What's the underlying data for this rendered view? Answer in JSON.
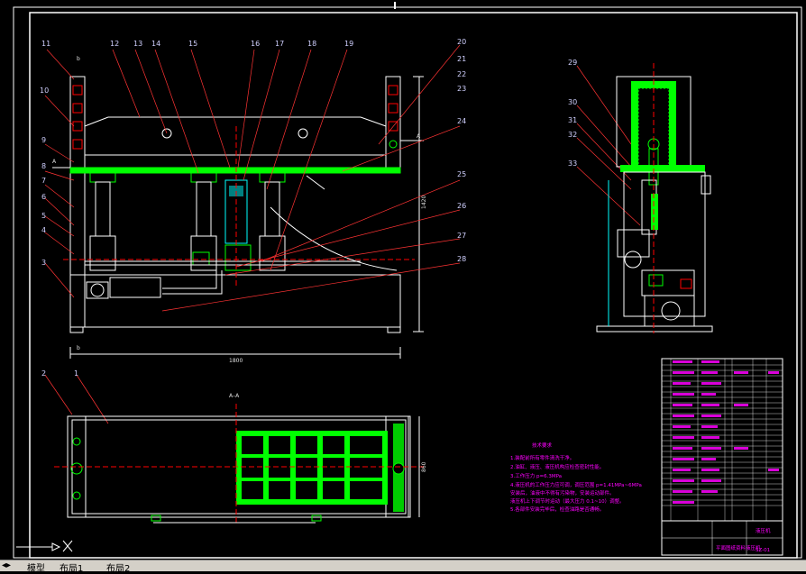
{
  "drawing": {
    "callouts": [
      "1",
      "2",
      "3",
      "4",
      "5",
      "6",
      "7",
      "8",
      "9",
      "10",
      "11",
      "12",
      "13",
      "14",
      "15",
      "16",
      "17",
      "18",
      "19",
      "20",
      "21",
      "22",
      "23",
      "24",
      "25",
      "26",
      "27",
      "28",
      "29",
      "30",
      "31",
      "32",
      "33"
    ],
    "section_label": "A–A",
    "section_mark": "A",
    "view_mark_b": "b",
    "dim_overall_width": "1800",
    "dim_height": "1420",
    "dim_bottom_depth": "860",
    "notes_title": "技术要求",
    "notes": [
      "1.装配前所有零件清洗干净。",
      "2.油缸、液压、液压机构应检查密封性能。",
      "3.工作压力 p=6.3MPa",
      "4.液压机的工作压力应可调，调压范围 p=1.41MPa~6MPa",
      "  安装后，油液中不得有污染物，安装运动部件。",
      "  液压机上下调节时运动（最大压力 0.1~10）调整。",
      "5.各部件安装完毕后，检查油路是否通畅。"
    ],
    "title_block": {
      "title": "液压机",
      "code": "SZ-01",
      "company": "平面图纸资料液压机"
    }
  },
  "tabs": [
    "模型",
    "布局1",
    "布局2"
  ],
  "colors": {
    "background": "#000000",
    "lines": "#ffffff",
    "green": "#00ff00",
    "red": "#ff0000",
    "magenta": "#ff00ff",
    "cyan": "#00ffff",
    "yellow": "#ffff00"
  }
}
